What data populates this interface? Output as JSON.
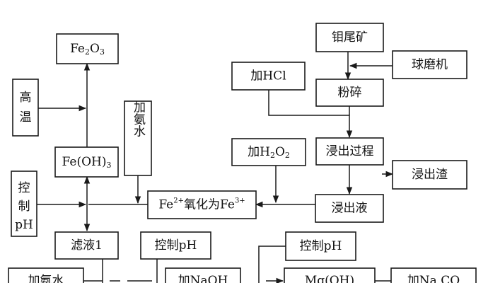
{
  "nodes": {
    "mo_tailings": "钼尾矿",
    "ball_mill": "球磨机",
    "add_hcl": "加HCl",
    "crush": "粉碎",
    "leach_process": "浸出过程",
    "leach_residue": "浸出渣",
    "add_h2o2": {
      "prefix": "加H",
      "sub1": "2",
      "mid": "O",
      "sub2": "2"
    },
    "leach_liquor": "浸出液",
    "oxidize": {
      "fe1": "Fe",
      "ch1": "2+",
      "mid": "氧化为Fe",
      "ch2": "3+"
    },
    "add_ammonia": "加氨水",
    "fe_oh3": {
      "main": "Fe(OH)",
      "sub": "3"
    },
    "fe2o3": {
      "fe": "Fe",
      "s1": "2",
      "o": "O",
      "s2": "3"
    },
    "high_temp_1": "高",
    "high_temp_2": "温",
    "control_ph_left_1": "控",
    "control_ph_left_2": "制",
    "control_ph_left_3": "pH",
    "filtrate_1": "滤液1",
    "control_ph_mid": "控制pH",
    "control_ph_right": "控制pH",
    "add_ammonia_bottom": "加氨水",
    "add_naoh": "加NaOH",
    "mg_oh2": "Mg(OH)",
    "add_na2co3": "加Na CO"
  }
}
